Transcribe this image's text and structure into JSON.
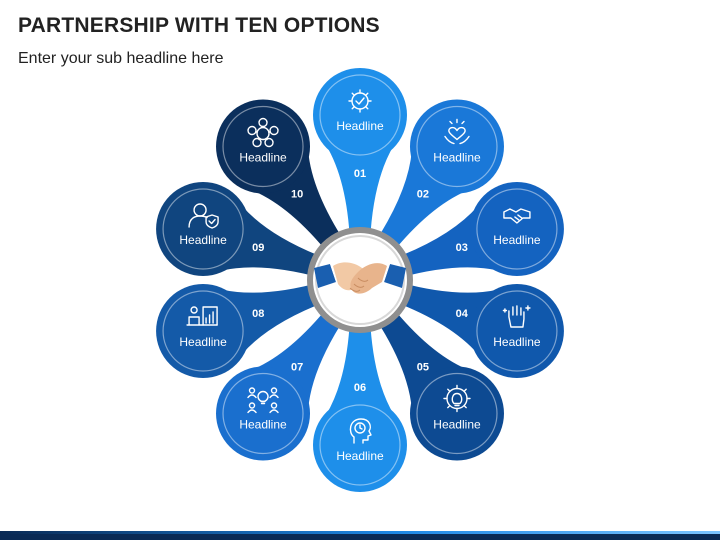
{
  "header": {
    "title": "PARTNERSHIP WITH TEN OPTIONS",
    "subtitle": "Enter your sub headline here"
  },
  "hub": {
    "icon": "handshake-icon"
  },
  "options": [
    {
      "number": "01",
      "label": "Headline",
      "icon": "gear-check-icon",
      "color": "#1e8fea"
    },
    {
      "number": "02",
      "label": "Headline",
      "icon": "heart-hands-icon",
      "color": "#1a78d8"
    },
    {
      "number": "03",
      "label": "Headline",
      "icon": "handshake-icon",
      "color": "#1463c0"
    },
    {
      "number": "04",
      "label": "Headline",
      "icon": "raised-hand-icon",
      "color": "#1058ac"
    },
    {
      "number": "05",
      "label": "Headline",
      "icon": "gear-bulb-icon",
      "color": "#0d4a92"
    },
    {
      "number": "06",
      "label": "Headline",
      "icon": "head-clock-icon",
      "color": "#1e8fea"
    },
    {
      "number": "07",
      "label": "Headline",
      "icon": "team-idea-icon",
      "color": "#1a6fce"
    },
    {
      "number": "08",
      "label": "Headline",
      "icon": "presentation-chart-icon",
      "color": "#145aa8"
    },
    {
      "number": "09",
      "label": "Headline",
      "icon": "user-shield-icon",
      "color": "#10457f"
    },
    {
      "number": "10",
      "label": "Headline",
      "icon": "network-people-icon",
      "color": "#0b2f5c"
    }
  ]
}
